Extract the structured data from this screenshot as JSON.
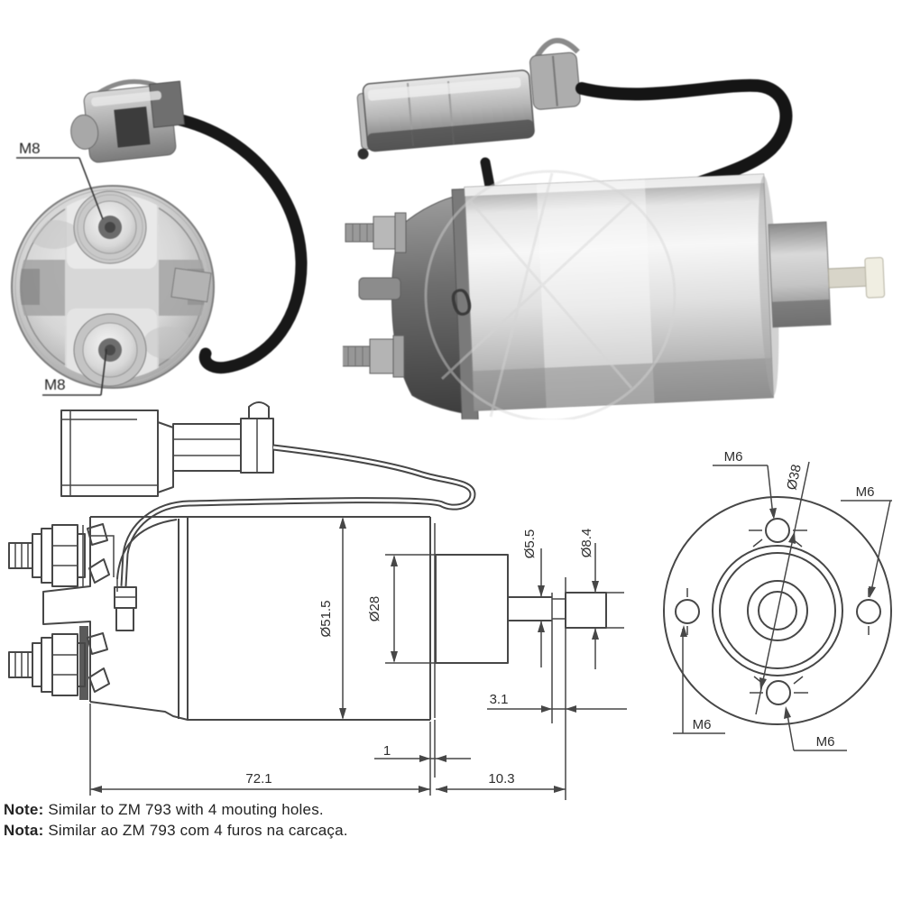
{
  "photo_end_view": {
    "terminal_label_top": "M8",
    "terminal_label_bottom": "M8"
  },
  "photo_side_view": {
    "stamp_mark": "0"
  },
  "side_drawing": {
    "dims": {
      "body_diameter": "Ø51.5",
      "boss_diameter": "Ø28",
      "rod_diameter": "Ø5.5",
      "tip_diameter": "Ø8.4",
      "tip_gap": "3.1",
      "flange_step": "1",
      "body_length": "72.1",
      "nose_length": "10.3"
    }
  },
  "rear_drawing": {
    "bolt_circle_diameter": "Ø38",
    "holes": {
      "top": "M6",
      "right": "M6",
      "left": "M6",
      "bottom": "M6"
    }
  },
  "notes": {
    "en_label": "Note:",
    "en_text": "Similar to ZM 793 with 4 mouting holes.",
    "pt_label": "Nota:",
    "pt_text": "Similar ao ZM 793 com 4 furos na carcaça."
  },
  "colors": {
    "background": "#ffffff",
    "drawing_line": "#474747",
    "text_ink": "#232323",
    "cable_black": "#191919",
    "plunger_plastic": "#efecdf"
  }
}
